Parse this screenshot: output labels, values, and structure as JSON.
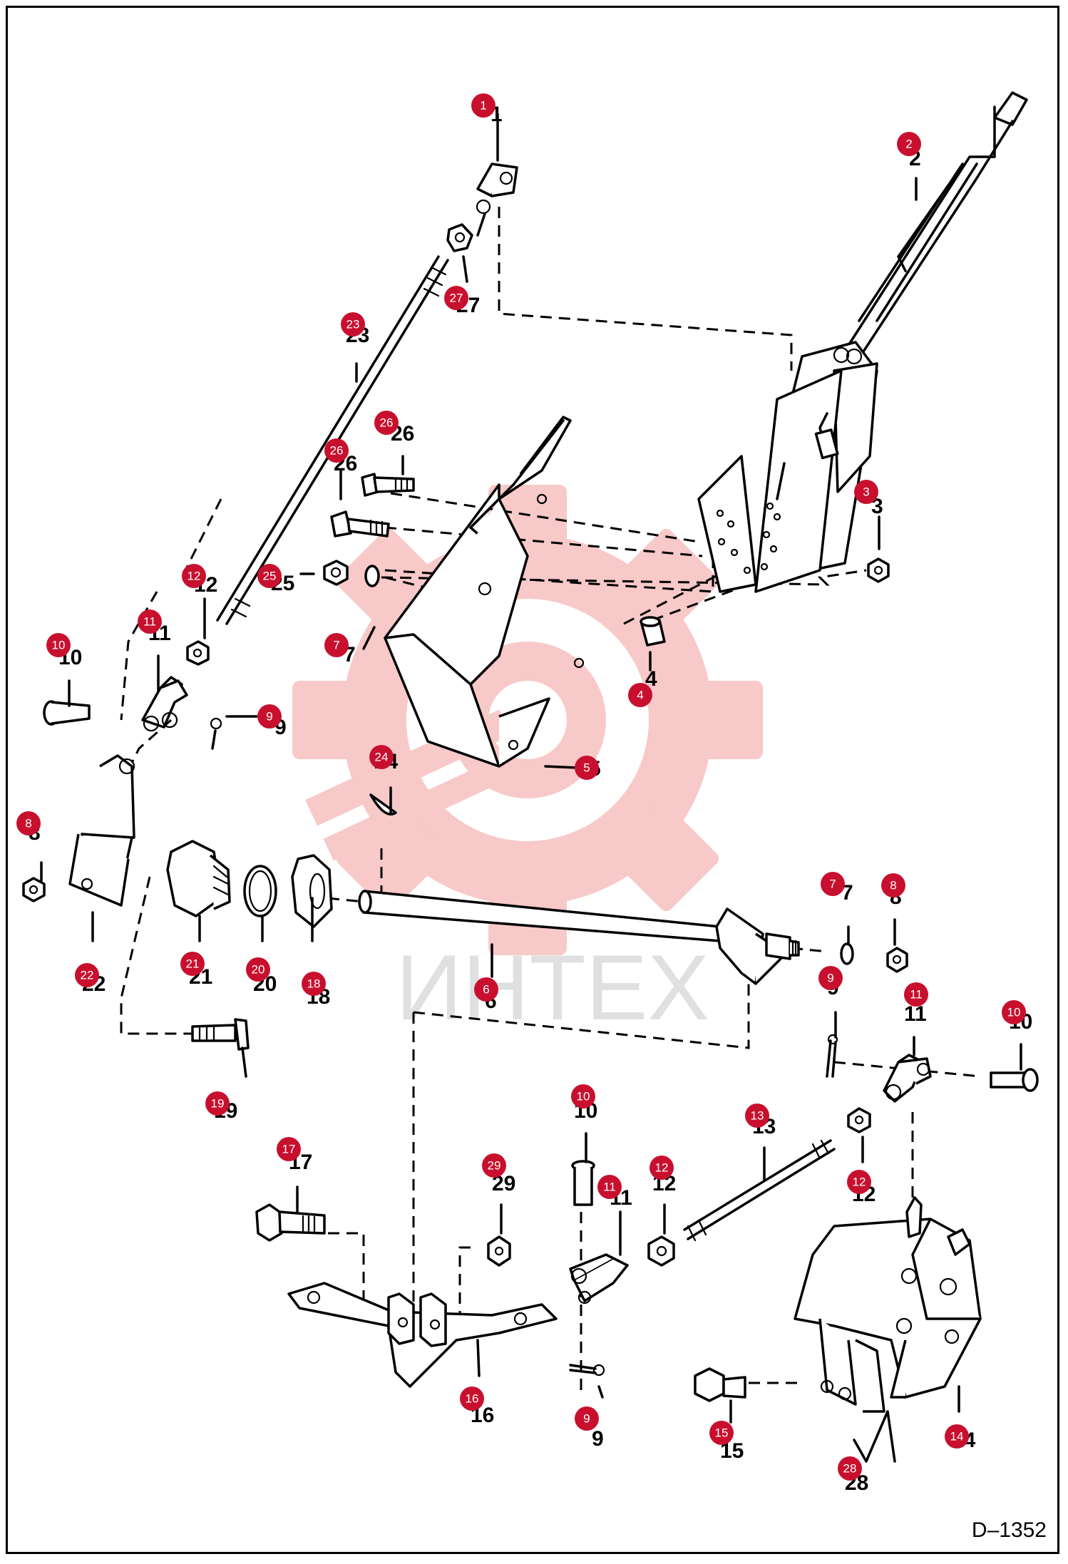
{
  "drawing_id": "D–1352",
  "watermark": {
    "text": "ИНТЕХ",
    "gear_color": "#f6b7b7",
    "text_color": "#d6d6d6"
  },
  "badge_color": "#c8102e",
  "callouts": [
    {
      "id": "1",
      "label": "1"
    },
    {
      "id": "2",
      "label": "2"
    },
    {
      "id": "3",
      "label": "3"
    },
    {
      "id": "4",
      "label": "4"
    },
    {
      "id": "5",
      "label": "5"
    },
    {
      "id": "6",
      "label": "6"
    },
    {
      "id": "7a",
      "label": "7"
    },
    {
      "id": "7b",
      "label": "7"
    },
    {
      "id": "8a",
      "label": "8"
    },
    {
      "id": "8b",
      "label": "8"
    },
    {
      "id": "9a",
      "label": "9"
    },
    {
      "id": "9b",
      "label": "9"
    },
    {
      "id": "9c",
      "label": "9"
    },
    {
      "id": "10a",
      "label": "10"
    },
    {
      "id": "10b",
      "label": "10"
    },
    {
      "id": "10c",
      "label": "10"
    },
    {
      "id": "11a",
      "label": "11"
    },
    {
      "id": "11b",
      "label": "11"
    },
    {
      "id": "11c",
      "label": "11"
    },
    {
      "id": "12a",
      "label": "12"
    },
    {
      "id": "12b",
      "label": "12"
    },
    {
      "id": "12c",
      "label": "12"
    },
    {
      "id": "13",
      "label": "13"
    },
    {
      "id": "14",
      "label": "14"
    },
    {
      "id": "15",
      "label": "15"
    },
    {
      "id": "16",
      "label": "16"
    },
    {
      "id": "17",
      "label": "17"
    },
    {
      "id": "18",
      "label": "18"
    },
    {
      "id": "19",
      "label": "19"
    },
    {
      "id": "20",
      "label": "20"
    },
    {
      "id": "21",
      "label": "21"
    },
    {
      "id": "22",
      "label": "22"
    },
    {
      "id": "23",
      "label": "23"
    },
    {
      "id": "24",
      "label": "24"
    },
    {
      "id": "25",
      "label": "25"
    },
    {
      "id": "26a",
      "label": "26"
    },
    {
      "id": "26b",
      "label": "26"
    },
    {
      "id": "27",
      "label": "27"
    },
    {
      "id": "28",
      "label": "28"
    },
    {
      "id": "29",
      "label": "29"
    }
  ]
}
